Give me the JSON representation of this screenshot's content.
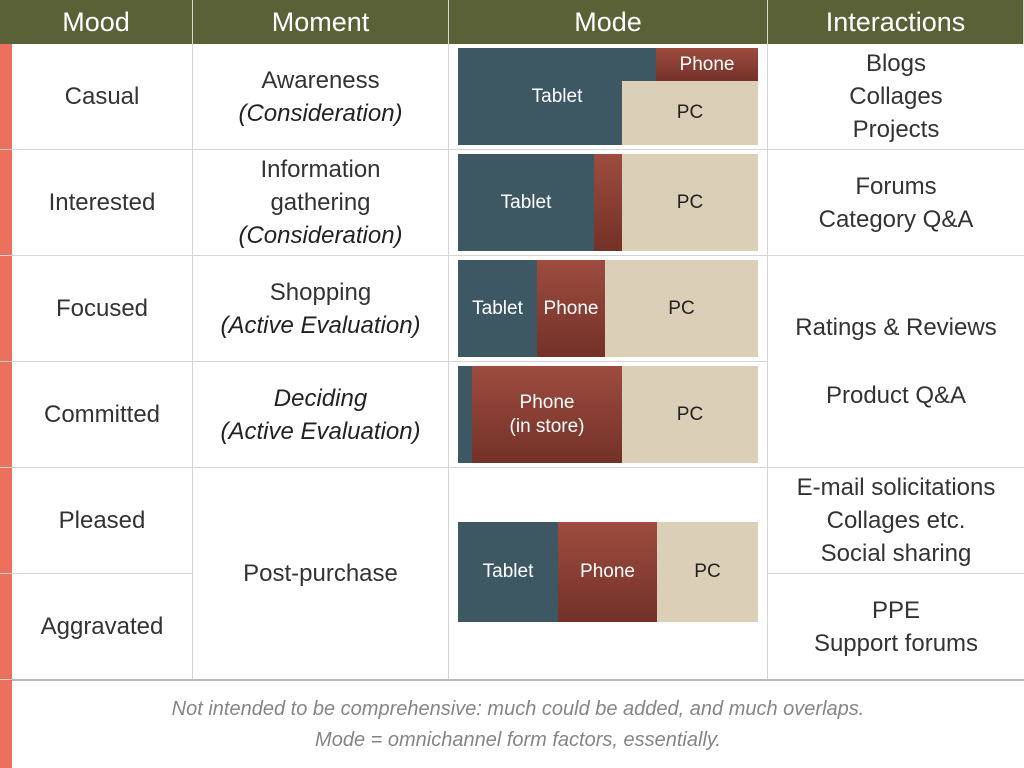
{
  "headers": {
    "mood": "Mood",
    "moment": "Moment",
    "mode": "Mode",
    "interactions": "Interactions"
  },
  "moods": [
    "Casual",
    "Interested",
    "Focused",
    "Committed",
    "Pleased",
    "Aggravated"
  ],
  "moments": [
    {
      "line1": "Awareness",
      "line2": "(Consideration)"
    },
    {
      "line1": "Information",
      "line2": "gathering",
      "line3": "(Consideration)"
    },
    {
      "line1": "Shopping",
      "line2": "(Active Evaluation)"
    },
    {
      "line1": "Deciding",
      "line2": "(Active Evaluation)"
    },
    {
      "line1": "Post-purchase"
    }
  ],
  "modes": [
    {
      "tablet_label": "Tablet",
      "phone_label": "Phone",
      "pc_label": "PC",
      "tablet_share": 0.66,
      "phone_share": 0.34,
      "pc_share": 0.45
    },
    {
      "tablet_label": "Tablet",
      "pc_label": "PC",
      "tablet_share": 0.45,
      "phone_share": 0.09,
      "pc_share": 0.46
    },
    {
      "tablet_label": "Tablet",
      "phone_label": "Phone",
      "pc_label": "PC",
      "tablet_share": 0.26,
      "phone_share": 0.23,
      "pc_share": 0.51
    },
    {
      "phone_label_1": "Phone",
      "phone_label_2": "(in store)",
      "pc_label": "PC",
      "tablet_share": 0.05,
      "phone_share": 0.5,
      "pc_share": 0.45
    },
    {
      "tablet_label": "Tablet",
      "phone_label": "Phone",
      "pc_label": "PC",
      "tablet_share": 0.33,
      "phone_share": 0.33,
      "pc_share": 0.34
    }
  ],
  "interactions": [
    [
      "Blogs",
      "Collages",
      "Projects"
    ],
    [
      "Forums",
      "Category Q&A"
    ],
    [
      "Ratings & Reviews",
      "Product Q&A"
    ],
    [
      "E-mail solicitations",
      "Collages etc.",
      "Social sharing"
    ],
    [
      "PPE",
      "Support forums"
    ]
  ],
  "footer": {
    "line1": "Not intended to be comprehensive: much could be added, and much overlaps.",
    "line2": "Mode = omnichannel form factors, essentially."
  },
  "colors": {
    "header_bg": "#5b6136",
    "accent": "#ed6f5d",
    "tablet": "#3e5863",
    "phone": "#8c4236",
    "pc": "#dccfb8"
  }
}
